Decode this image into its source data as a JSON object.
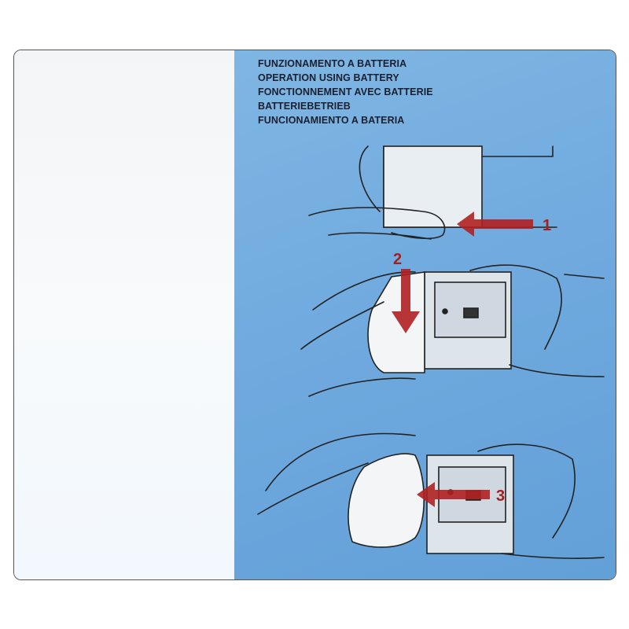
{
  "header": {
    "lines": [
      "FUNZIONAMENTO A BATTERIA",
      "OPERATION USING BATTERY",
      "FONCTIONNEMENT AVEC BATTERIE",
      "BATTERIEBETRIEB",
      "FUNCIONAMIENTO A BATERIA"
    ]
  },
  "steps": [
    {
      "number": "1"
    },
    {
      "number": "2"
    },
    {
      "number": "3"
    }
  ],
  "colors": {
    "page_blue": "#6fa9de",
    "arrow_red": "#b02020",
    "text": "#1b2030"
  }
}
